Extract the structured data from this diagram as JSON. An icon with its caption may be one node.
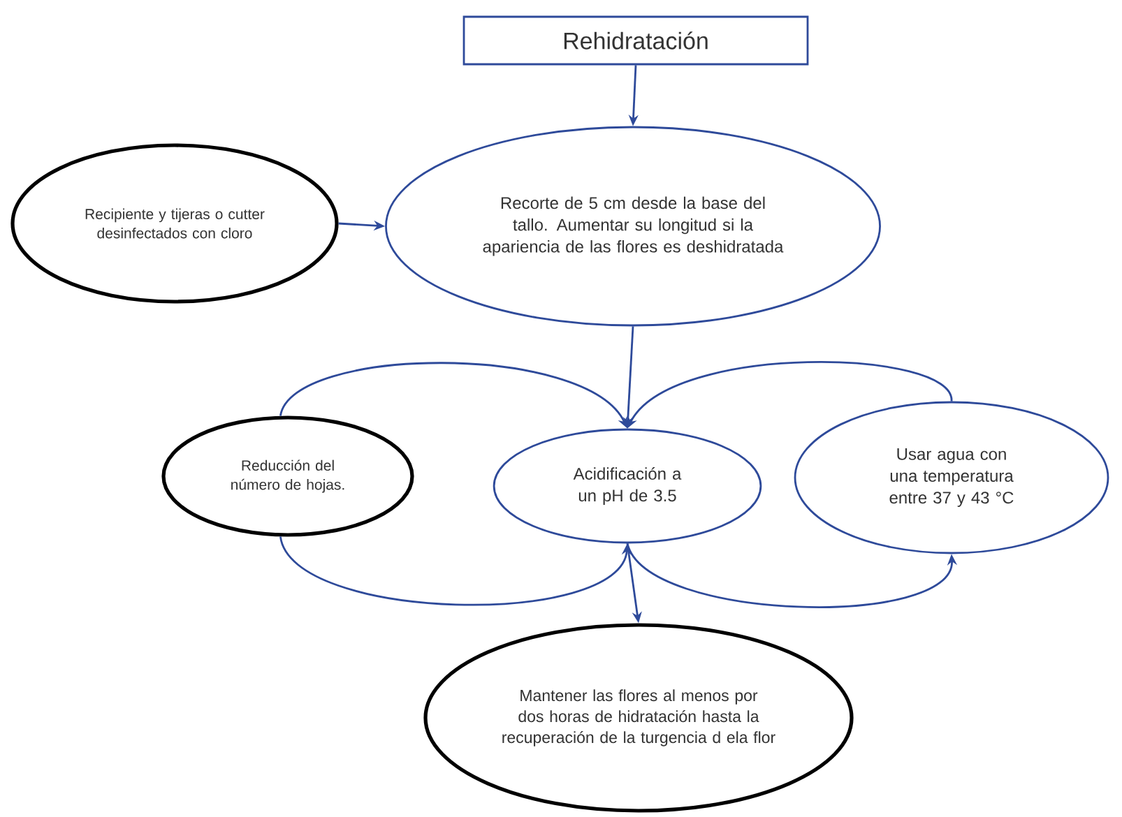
{
  "diagram": {
    "nodes": [
      {
        "text": [
          "Rehidratación"
        ]
      },
      {
        "text": [
          "Recipiente y tijeras o cutter desinfectados con cloro"
        ]
      },
      {
        "text": [
          "Recorte de 5 cm desde la base del tallo. Aumentar su longitud si la apariencia de las flores es deshidratada"
        ]
      },
      {
        "text": [
          "Reducción del número de hojas."
        ]
      },
      {
        "text": [
          "Acidificación a un pH de 3.5"
        ]
      },
      {
        "text": [
          "Usar agua con una temperatura entre 37 y 43 °C"
        ]
      },
      {
        "text": [
          "Mantener las flores al menos por dos horas de hidratación hasta la recuperación de la turgencia d ela flor"
        ]
      }
    ],
    "edges": [
      {
        "from": 0,
        "to": 2,
        "arrow": "to"
      },
      {
        "from": 1,
        "to": 2,
        "arrow": "to"
      },
      {
        "from": 2,
        "to": 4,
        "arrow": "to"
      },
      {
        "from": 3,
        "to": 4,
        "arrow": "to"
      },
      {
        "from": 5,
        "to": 4,
        "arrow": "to"
      },
      {
        "from": 3,
        "to": 4,
        "arrow": "to"
      },
      {
        "from": 4,
        "to": 5,
        "arrow": "to"
      },
      {
        "from": 4,
        "to": 6,
        "arrow": "to"
      }
    ]
  }
}
